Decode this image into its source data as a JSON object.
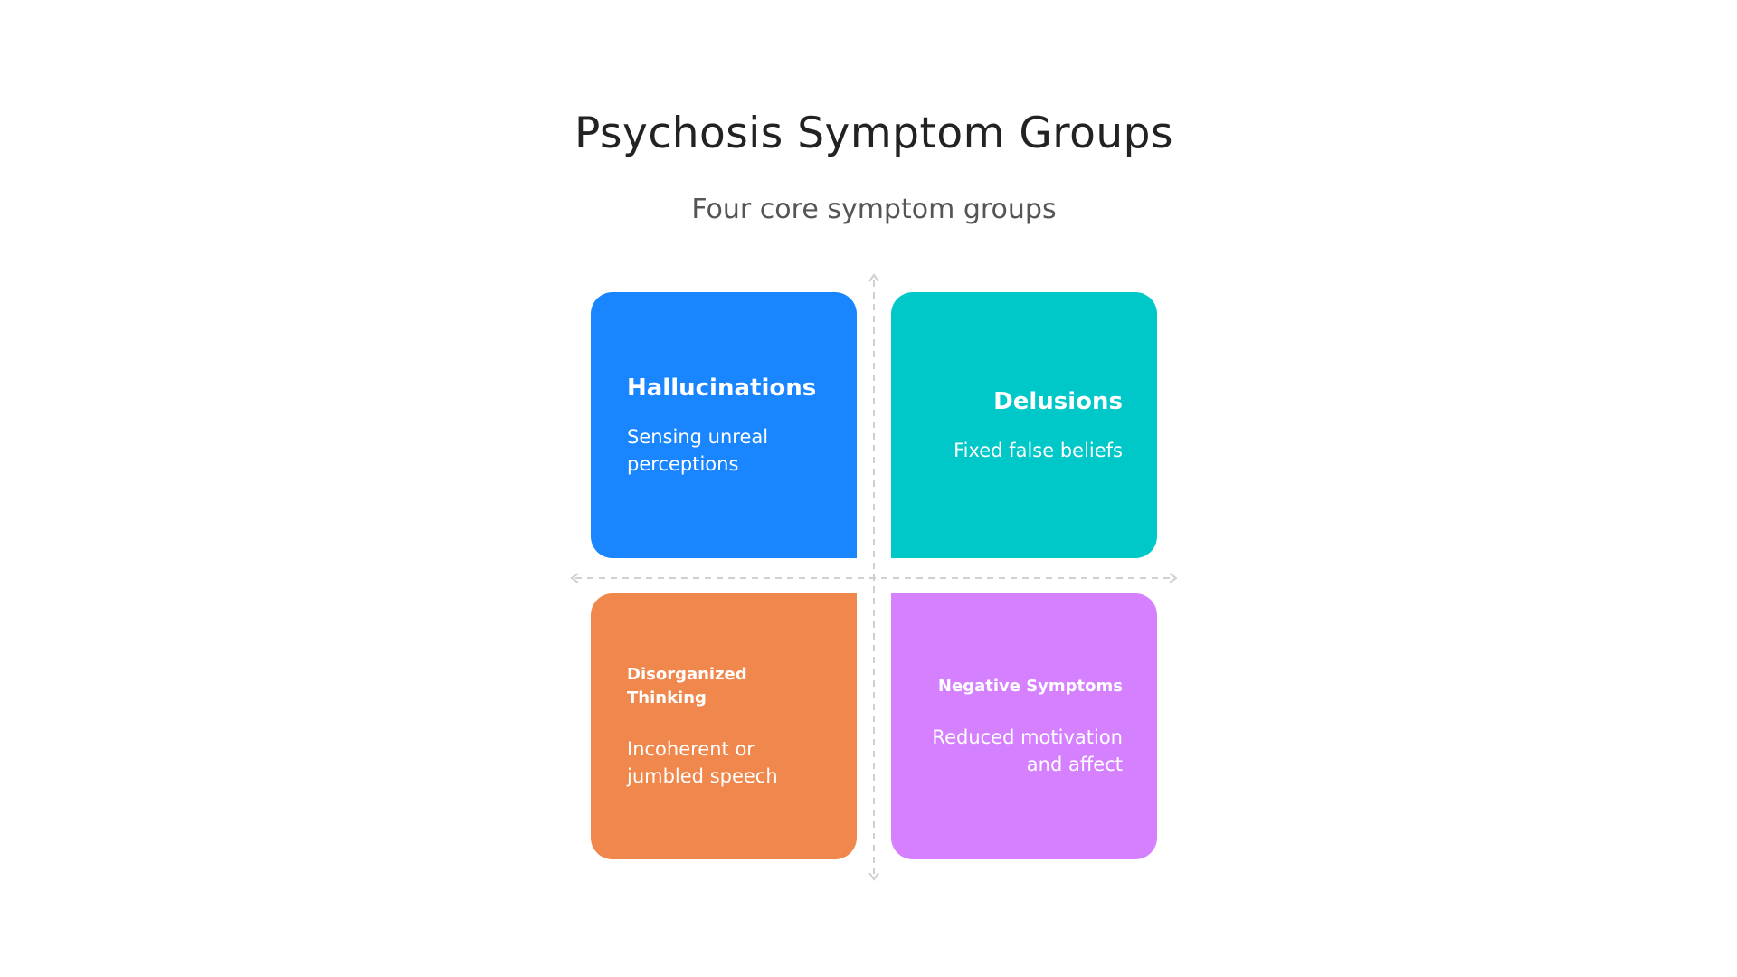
{
  "title": "Psychosis Symptom Groups",
  "subtitle": "Four core symptom groups",
  "quadrants": [
    {
      "heading": "Hallucinations",
      "description": "Sensing unreal perceptions",
      "color": "#1985ff"
    },
    {
      "heading": "Delusions",
      "description": "Fixed false beliefs",
      "color": "#00c8c8"
    },
    {
      "heading": "Disorganized Thinking",
      "description": "Incoherent or jumbled speech",
      "color": "#f0884d"
    },
    {
      "heading": "Negative Symptoms",
      "description": "Reduced motivation and affect",
      "color": "#d580ff"
    }
  ],
  "colors": {
    "axis": "#d0d0d0",
    "title": "#222222",
    "subtitle": "#555555"
  }
}
